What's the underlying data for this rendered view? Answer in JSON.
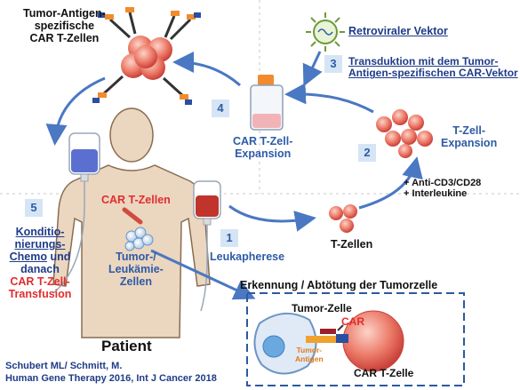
{
  "top_left_title_lines": [
    "Tumor-Antigen-",
    "spezifische",
    "CAR T-Zellen"
  ],
  "retroviral_vector": "Retroviraler Vektor",
  "step3": {
    "num": "3",
    "lines": [
      "Transduktion mit dem Tumor-",
      "Antigen-spezifischen CAR-Vektor"
    ]
  },
  "step4": {
    "num": "4",
    "lines": [
      "CAR T-Zell-",
      "Expansion"
    ]
  },
  "step2": {
    "num": "2",
    "lines": [
      "T-Zell-",
      "Expansion"
    ]
  },
  "stimulation_lines": [
    "+ Anti-CD3/CD28",
    "+ Interleukine"
  ],
  "step5": {
    "num": "5",
    "blue_lines": [
      "Konditio-",
      "nierungs-",
      "Chemo"
    ],
    "und": "und",
    "danach": "danach",
    "red_lines": [
      "CAR T-Zell-",
      "Transfusion"
    ]
  },
  "car_t_cells_label": "CAR T-Zellen",
  "tumor_cells_lines": [
    "Tumor-/",
    "Leukämie-",
    "Zellen"
  ],
  "step1": {
    "num": "1",
    "label": "Leukapherese"
  },
  "t_cells_label": "T-Zellen",
  "recognition_title": "Erkennung / Abtötung der Tumorzelle",
  "inset": {
    "tumor_cell": "Tumor-Zelle",
    "car": "CAR",
    "tumor_antigen_lines": [
      "Tumor-",
      "Antigen"
    ],
    "car_t_cell": "CAR T-Zelle"
  },
  "patient_label": "Patient",
  "citation_lines": [
    "Schubert ML/ Schmitt, M.",
    "Human Gene Therapy 2016, Int J Cancer 2018"
  ],
  "colors": {
    "arrow_blue": "#4a78c2",
    "red_cell": "#e8675a",
    "inset_border": "#2b5aa0",
    "body": "#ebd6c0"
  }
}
